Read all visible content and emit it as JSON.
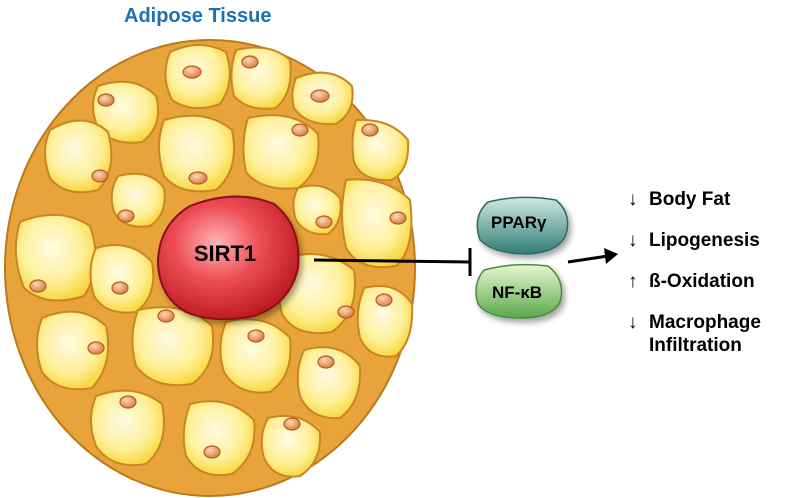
{
  "title": "Adipose Tissue",
  "center_label": "SIRT1",
  "targets": [
    "PPARγ",
    "NF-κB"
  ],
  "effects": [
    {
      "arrow": "↓",
      "lines": [
        "Body Fat"
      ]
    },
    {
      "arrow": "↓",
      "lines": [
        "Lipogenesis"
      ]
    },
    {
      "arrow": "↑",
      "lines": [
        "ß-Oxidation"
      ]
    },
    {
      "arrow": "↓",
      "lines": [
        "Macrophage",
        "Infiltration"
      ]
    }
  ],
  "colors": {
    "title": "#1f6fb5",
    "cell_outer": "#e8a43a",
    "cell_inner": "#fff3a8",
    "nucleus": "#e78a4d",
    "sirt1": "#d21f26",
    "pparg": "#3e8d84",
    "nfkb": "#7bc36a"
  }
}
